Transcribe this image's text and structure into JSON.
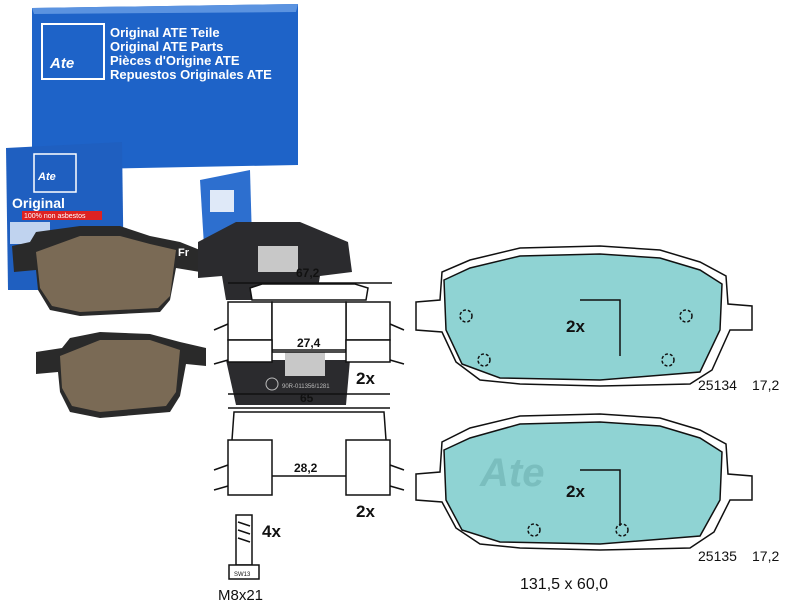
{
  "box": {
    "logo": "Ate",
    "lines": [
      "Original ATE Teile",
      "Original ATE Parts",
      "Pièces d'Origine ATE",
      "Repuestos Originales ATE"
    ],
    "small_box_title": "Original",
    "small_box_badge": "100% non asbestos",
    "partial_text": "Fr"
  },
  "clip_diagram": {
    "dim_top": "67,2",
    "dim_inner_top": "27,4",
    "qty_top": "2x",
    "dim_bottom": "65",
    "dim_inner_bottom": "28,2",
    "qty_bottom": "2x",
    "pad_marking": "90R-011356/1281"
  },
  "bolt": {
    "qty": "4x",
    "wrench": "SW13",
    "size": "M8x21"
  },
  "pads": [
    {
      "qty": "2x",
      "part": "25134",
      "thickness": "17,2"
    },
    {
      "qty": "2x",
      "part": "25135",
      "thickness": "17,2"
    }
  ],
  "pad_dimensions": "131,5 x 60,0",
  "colors": {
    "box_blue": "#1e63c8",
    "pad_fill": "#8fd3d3",
    "pad_material": "#7a6a55"
  }
}
